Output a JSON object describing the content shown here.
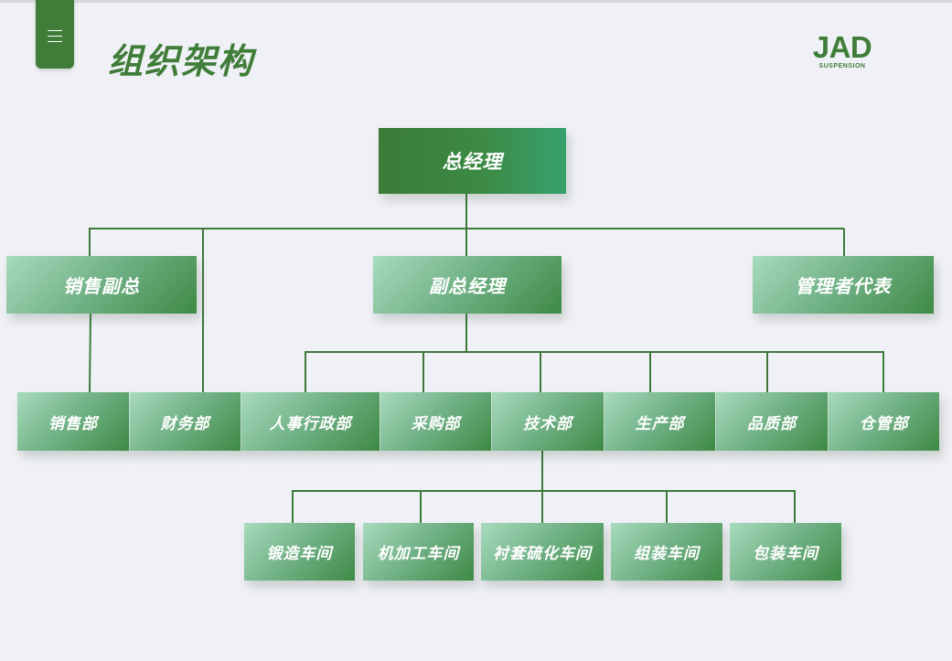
{
  "header": {
    "title": "组织架构",
    "logo_main": "JAD",
    "logo_sub": "SUSPENSION"
  },
  "colors": {
    "brand_green": "#3f7d39",
    "connector_green": "#3d7a3a",
    "background": "#f0f1f6"
  },
  "icons": [
    "menu-icon"
  ],
  "org": {
    "top": "总经理",
    "level1": [
      "销售副总",
      "副总经理",
      "管理者代表"
    ],
    "departments": [
      "销售部",
      "财务部",
      "人事行政部",
      "采购部",
      "技术部",
      "生产部",
      "品质部",
      "仓管部"
    ],
    "workshops": [
      "锻造车间",
      "机加工车间",
      "衬套硫化车间",
      "组装车间",
      "包装车间"
    ]
  }
}
